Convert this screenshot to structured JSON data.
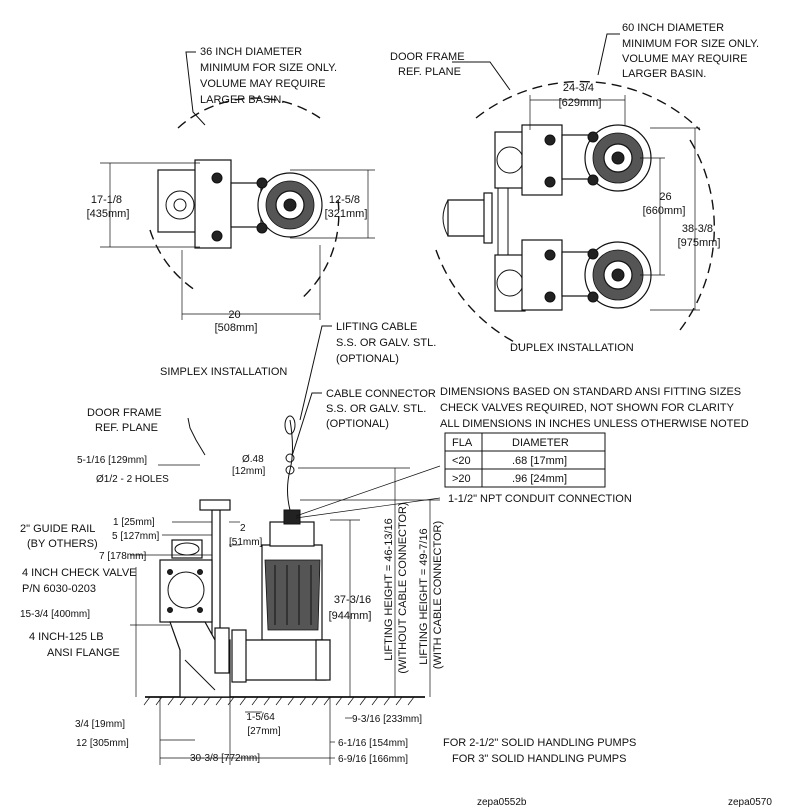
{
  "simplex": {
    "basin_note": [
      "36 INCH DIAMETER",
      "MINIMUM FOR SIZE ONLY.",
      "VOLUME MAY REQUIRE",
      "LARGER BASIN."
    ],
    "dim_left": [
      "17-1/8",
      "[435mm]"
    ],
    "dim_right": [
      "12-5/8",
      "[321mm]"
    ],
    "dim_width": [
      "20",
      "[508mm]"
    ],
    "title": "SIMPLEX INSTALLATION"
  },
  "duplex": {
    "door_frame": [
      "DOOR FRAME",
      "REF. PLANE"
    ],
    "basin_note": [
      "60 INCH DIAMETER",
      "MINIMUM FOR SIZE ONLY.",
      "VOLUME MAY REQUIRE",
      "LARGER BASIN."
    ],
    "dim_top": [
      "24-3/4",
      "[629mm]"
    ],
    "dim_spacing": [
      "26",
      "[660mm]"
    ],
    "dim_overall": [
      "38-3/8",
      "[975mm]"
    ],
    "title": "DUPLEX INSTALLATION",
    "notes": [
      "DIMENSIONS BASED ON STANDARD ANSI FITTING SIZES",
      "CHECK VALVES REQUIRED, NOT SHOWN FOR CLARITY",
      "ALL DIMENSIONS IN INCHES UNLESS OTHERWISE NOTED"
    ]
  },
  "elevation": {
    "lifting_cable": [
      "LIFTING CABLE",
      "S.S. OR GALV. STL.",
      "(OPTIONAL)"
    ],
    "cable_connector": [
      "CABLE CONNECTOR",
      "S.S. OR GALV. STL.",
      "(OPTIONAL)"
    ],
    "door_frame": [
      "DOOR FRAME",
      "REF. PLANE"
    ],
    "dim_5_1_16": "5-1/16 [129mm]",
    "holes": "Ø1/2 - 2 HOLES",
    "dia_048": "Ø.48",
    "dia_048_mm": "[12mm]",
    "dim_1": "1 [25mm]",
    "dim_5": "5 [127mm]",
    "dim_2": "2",
    "dim_2_mm": "[51mm]",
    "guide_rail": [
      "2\" GUIDE RAIL",
      "(BY OTHERS)"
    ],
    "dim_7": "7 [178mm]",
    "check_valve": [
      "4 INCH CHECK VALVE",
      "P/N 6030-0203"
    ],
    "dim_15_3_4": "15-3/4 [400mm]",
    "flange": [
      "4 INCH-125 LB",
      "ANSI FLANGE"
    ],
    "conduit": "1-1/2\" NPT CONDUIT CONNECTION",
    "dim_37_3_16": [
      "37-3/16",
      "[944mm]"
    ],
    "lifting_height_without": [
      "LIFTING HEIGHT = 46-13/16",
      "(WITHOUT CABLE CONNECTOR)"
    ],
    "lifting_height_with": [
      "LIFTING HEIGHT = 49-7/16",
      "(WITH CABLE CONNECTOR)"
    ],
    "dim_3_4": "3/4 [19mm]",
    "dim_12": "12 [305mm]",
    "dim_1_5_64": [
      "1-5/64",
      "[27mm]"
    ],
    "dim_9_3_16": "9-3/16 [233mm]",
    "dim_30_3_8": "30-3/8 [772mm]",
    "dim_6_1_16": "6-1/16 [154mm]",
    "dim_6_9_16": "6-9/16 [166mm]",
    "note_2_5": "FOR 2-1/2\" SOLID HANDLING PUMPS",
    "note_3": "FOR 3\" SOLID HANDLING PUMPS"
  },
  "fla_table": {
    "headers": [
      "FLA",
      "DIAMETER"
    ],
    "rows": [
      [
        "<20",
        ".68 [17mm]"
      ],
      [
        ">20",
        ".96 [24mm]"
      ]
    ]
  },
  "footer": {
    "left_code": "zepa0552b",
    "right_code": "zepa0570"
  }
}
